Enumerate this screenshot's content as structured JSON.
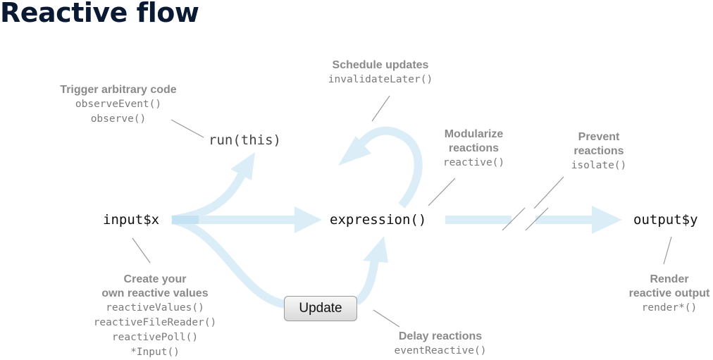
{
  "title": "Reactive flow",
  "nodes": {
    "input": "input$x",
    "expression": "expression()",
    "output": "output$y",
    "run": "run(this)"
  },
  "labels": {
    "trigger": {
      "heading": "Trigger arbitrary code",
      "code": [
        "observeEvent()",
        "observe()"
      ]
    },
    "schedule": {
      "heading": "Schedule updates",
      "code": [
        "invalidateLater()"
      ]
    },
    "modularize": {
      "heading": [
        "Modularize",
        "reactions"
      ],
      "code": [
        "reactive()"
      ]
    },
    "prevent": {
      "heading": [
        "Prevent",
        "reactions"
      ],
      "code": [
        "isolate()"
      ]
    },
    "create": {
      "heading": [
        "Create your",
        "own reactive values"
      ],
      "code": [
        "reactiveValues()",
        "reactiveFileReader()",
        "reactivePoll()",
        "*Input()"
      ]
    },
    "render": {
      "heading": [
        "Render",
        "reactive output"
      ],
      "code": [
        "render*()"
      ]
    },
    "delay": {
      "heading": "Delay reactions",
      "code": [
        "eventReactive()"
      ]
    }
  },
  "update_button": "Update",
  "colors": {
    "arrow": "#dbeef7",
    "arrow_dark": "#c4e3f2",
    "pointer": "#999999",
    "title": "#0b1a33"
  }
}
